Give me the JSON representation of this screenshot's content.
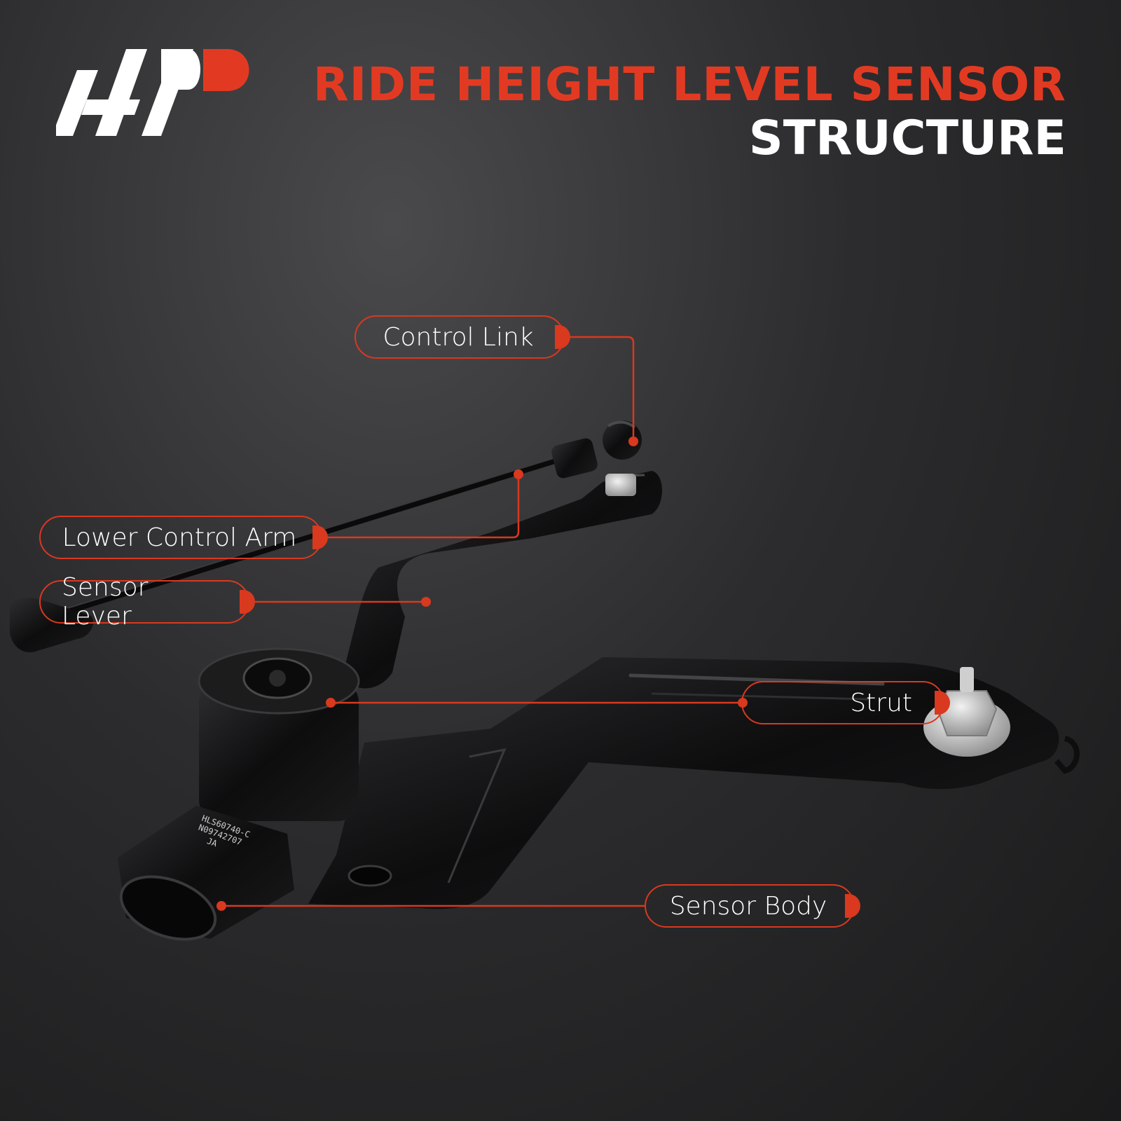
{
  "brand": {
    "logo_icon": "a-premium-ap-logo-icon",
    "accent_color": "#d8391f",
    "text_color": "#ffffff",
    "background_color": "#2a2a2b"
  },
  "title": {
    "line1": "RIDE HEIGHT LEVEL SENSOR",
    "line2": "STRUCTURE"
  },
  "callouts": {
    "control_link": "Control Link",
    "lower_control_arm": "Lower Control Arm",
    "sensor_lever": "Sensor Lever",
    "strut": "Strut",
    "sensor_body": "Sensor Body"
  },
  "part_marking": {
    "line1": "HLS60740-C",
    "line2": "N09742707",
    "line3": "JA"
  }
}
